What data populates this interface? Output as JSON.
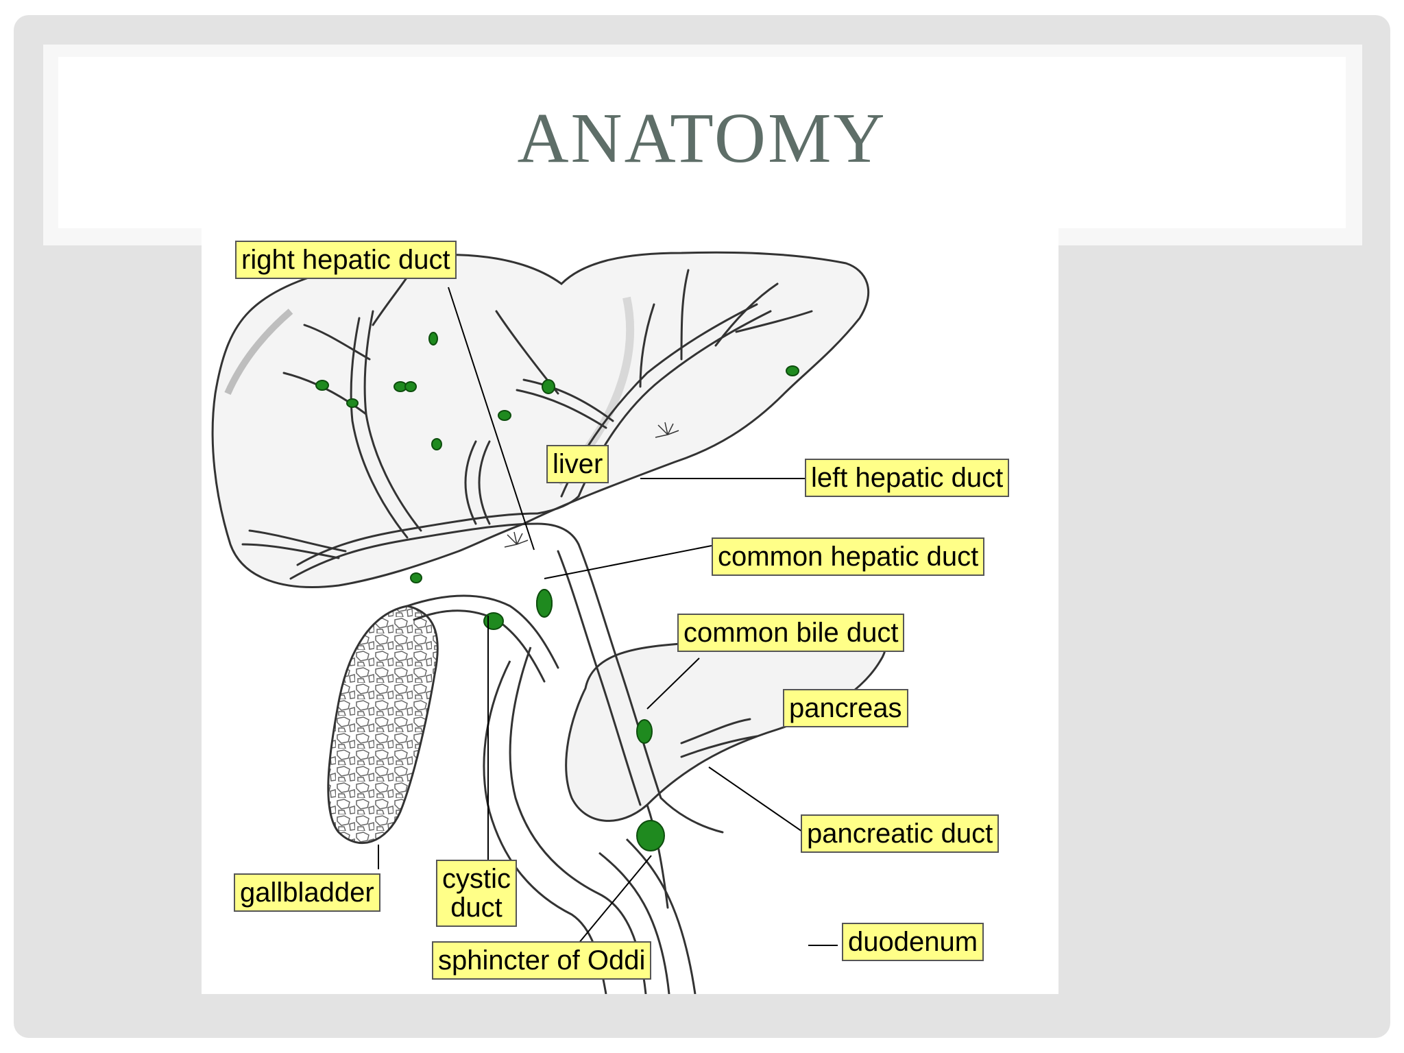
{
  "slide": {
    "title": "ANATOMY",
    "title_color": "#5e6e68",
    "frame_color": "#e3e3e3"
  },
  "diagram": {
    "label_bg": "#ffff88",
    "stone_color": "#1f8a1f",
    "labels": {
      "right_hepatic_duct": "right hepatic duct",
      "liver": "liver",
      "left_hepatic_duct": "left hepatic duct",
      "common_hepatic_duct": "common hepatic duct",
      "common_bile_duct": "common bile duct",
      "pancreas": "pancreas",
      "pancreatic_duct": "pancreatic duct",
      "gallbladder": "gallbladder",
      "cystic_duct_line1": "cystic",
      "cystic_duct_line2": "duct",
      "sphincter_of_oddi": "sphincter of Oddi",
      "duodenum": "duodenum"
    }
  }
}
